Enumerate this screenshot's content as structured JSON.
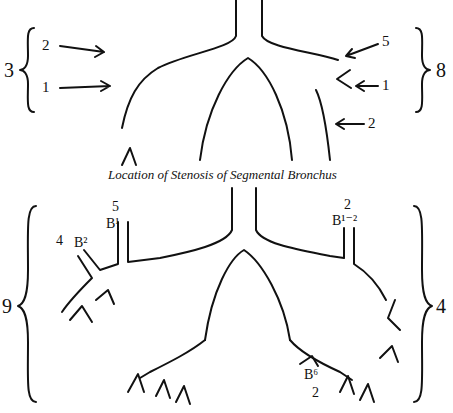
{
  "diagram": {
    "caption": "Location of Stenosis of Segmental Bronchus",
    "labels": [
      "3",
      "2",
      "1",
      "5",
      "1",
      "2",
      "8",
      "5",
      "B¹",
      "4",
      "B²",
      "2",
      "B¹⁻²",
      "9",
      "B⁶",
      "2",
      "4"
    ]
  }
}
